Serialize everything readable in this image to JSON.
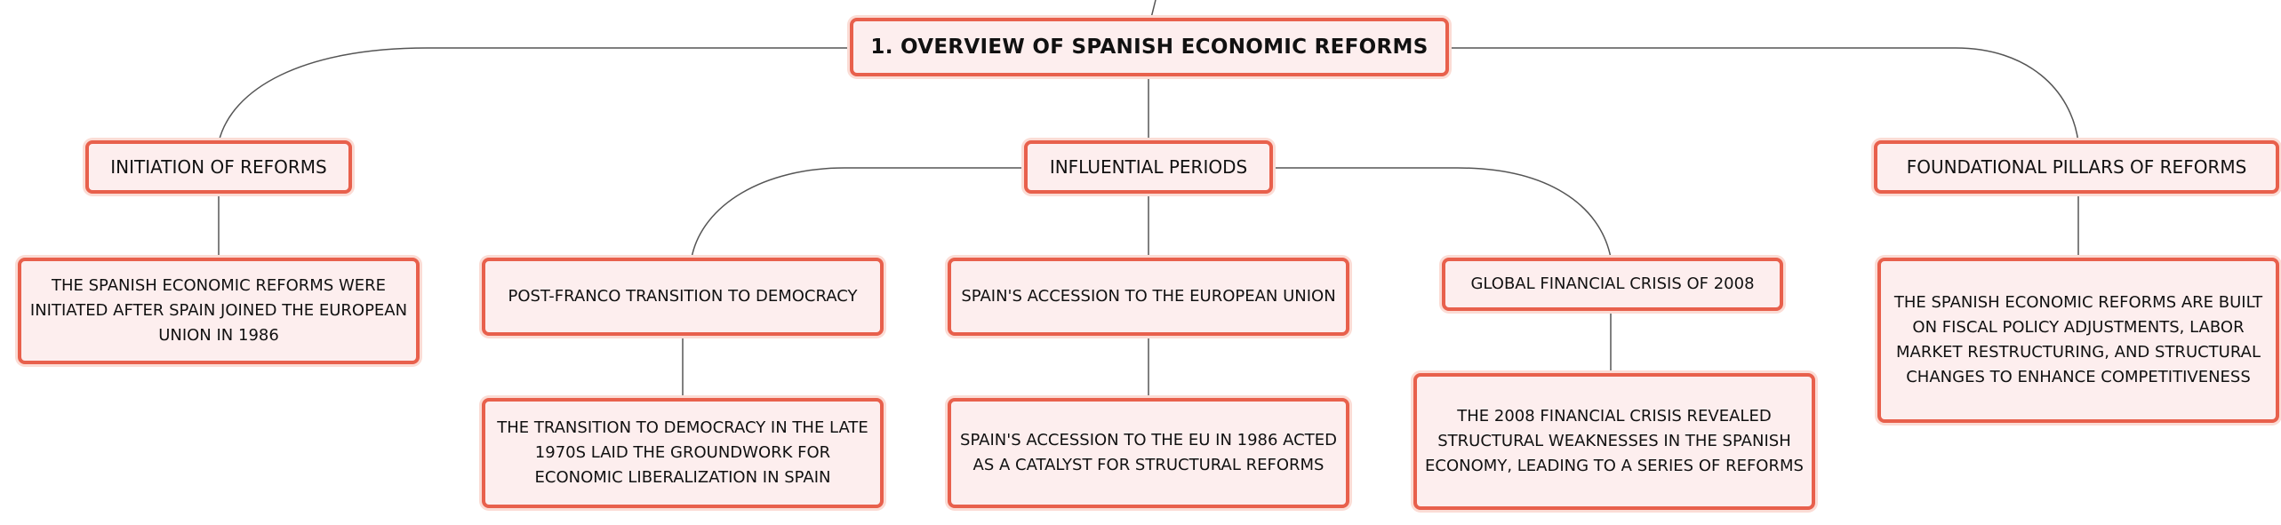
{
  "root": {
    "title": "1. OVERVIEW OF SPANISH ECONOMIC REFORMS"
  },
  "branches": {
    "initiation": {
      "label": "INITIATION OF REFORMS",
      "detail": "THE SPANISH ECONOMIC REFORMS WERE INITIATED AFTER SPAIN JOINED THE EUROPEAN UNION IN 1986"
    },
    "influential": {
      "label": "INFLUENTIAL PERIODS",
      "children": [
        {
          "label": "POST-FRANCO TRANSITION TO DEMOCRACY",
          "detail": "THE TRANSITION TO DEMOCRACY IN THE LATE 1970S LAID THE GROUNDWORK FOR ECONOMIC LIBERALIZATION IN SPAIN"
        },
        {
          "label": "SPAIN'S ACCESSION TO THE EUROPEAN UNION",
          "detail": "SPAIN'S ACCESSION TO THE EU IN 1986 ACTED AS A CATALYST FOR STRUCTURAL REFORMS"
        },
        {
          "label": "GLOBAL FINANCIAL CRISIS OF 2008",
          "detail": "THE 2008 FINANCIAL CRISIS REVEALED STRUCTURAL WEAKNESSES IN THE SPANISH ECONOMY, LEADING TO A SERIES OF REFORMS"
        }
      ]
    },
    "pillars": {
      "label": "FOUNDATIONAL PILLARS OF REFORMS",
      "detail": "THE SPANISH ECONOMIC REFORMS ARE BUILT ON FISCAL POLICY ADJUSTMENTS, LABOR MARKET RESTRUCTURING, AND STRUCTURAL CHANGES TO ENHANCE COMPETITIVENESS"
    }
  },
  "colors": {
    "node_fill": "#fdeeee",
    "node_border": "#e8604c",
    "connector": "#555555"
  }
}
